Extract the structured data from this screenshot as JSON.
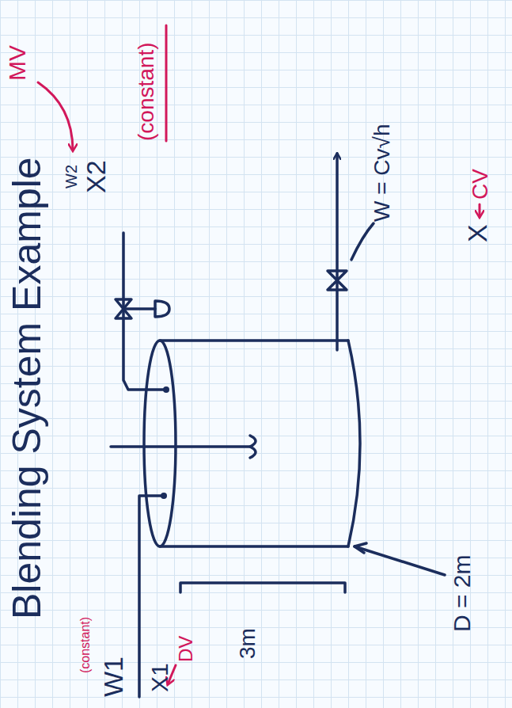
{
  "diagram": {
    "title": "Blending System Example",
    "labels": [
      "MV",
      "W2",
      "X2",
      "(constant)",
      "W1",
      "X1",
      "(constant)",
      "DV",
      "3m",
      "D = 2m",
      "W = Cv√h",
      "X",
      "CV"
    ]
  }
}
